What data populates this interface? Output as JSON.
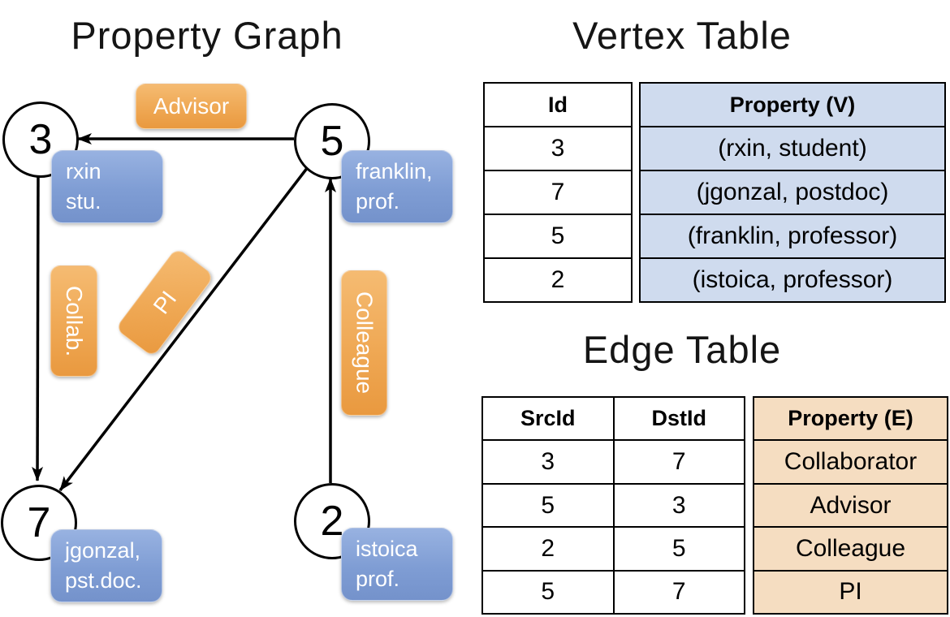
{
  "graph": {
    "title": "Property Graph",
    "nodes": [
      {
        "id": "3",
        "line1": "rxin",
        "line2": "stu."
      },
      {
        "id": "5",
        "line1": "franklin,",
        "line2": "prof."
      },
      {
        "id": "7",
        "line1": "jgonzal,",
        "line2": "pst.doc."
      },
      {
        "id": "2",
        "line1": "istoica",
        "line2": "prof."
      }
    ],
    "edge_labels": {
      "advisor": "Advisor",
      "collab": "Collab.",
      "pi": "PI",
      "colleague": "Colleague"
    }
  },
  "vertex_table": {
    "title": "Vertex Table",
    "columns": {
      "id": "Id",
      "property": "Property (V)"
    },
    "rows": [
      {
        "id": "3",
        "property": "(rxin, student)"
      },
      {
        "id": "7",
        "property": "(jgonzal, postdoc)"
      },
      {
        "id": "5",
        "property": "(franklin, professor)"
      },
      {
        "id": "2",
        "property": "(istoica, professor)"
      }
    ]
  },
  "edge_table": {
    "title": "Edge Table",
    "columns": {
      "src": "SrcId",
      "dst": "DstId",
      "property": "Property (E)"
    },
    "rows": [
      {
        "src": "3",
        "dst": "7",
        "property": "Collaborator"
      },
      {
        "src": "5",
        "dst": "3",
        "property": "Advisor"
      },
      {
        "src": "2",
        "dst": "5",
        "property": "Colleague"
      },
      {
        "src": "5",
        "dst": "7",
        "property": "PI"
      }
    ]
  },
  "colors": {
    "vertex_fill": "#cfdbee",
    "edge_fill": "#f5ddc1",
    "node_box_blue": "#7f9dd4",
    "edge_box_orange": "#efa854"
  }
}
